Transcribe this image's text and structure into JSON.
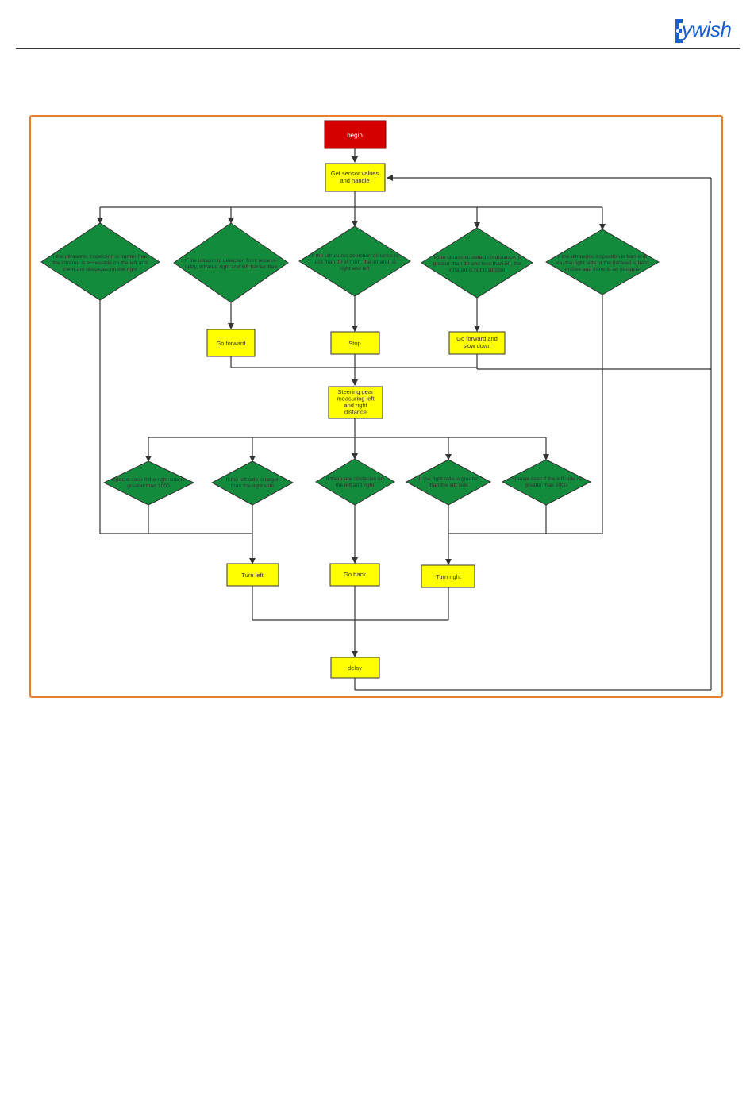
{
  "header": {
    "logo_text": "ywish",
    "logo_icon": "gear-icon",
    "logo_color": "#1a5fd0"
  },
  "colors": {
    "frame": "#e87f2f",
    "start": "#d40000",
    "process": "#ffff00",
    "decision": "#138a3c",
    "line": "#333333"
  },
  "flowchart": {
    "start": {
      "label": "begin"
    },
    "get_sensor": {
      "label": [
        "Get sensor values",
        "and handle"
      ]
    },
    "decisions_top": [
      {
        "label": [
          "If the ultrasonic inspection is barrier-free,",
          "the infrared is accessible on the left and",
          "there are obstacles on the right"
        ]
      },
      {
        "label": [
          "If the ultrasonic detection front access-",
          "ibility, infrared right and left barrier-free"
        ]
      },
      {
        "label": [
          "If the ultrasonic detection distance is",
          "less than 20 in front, the infrared is",
          "right and left"
        ]
      },
      {
        "label": [
          "If the ultrasonic detection distance is",
          "greater than 30 and less than 50, the",
          "infrared is not restricted"
        ]
      },
      {
        "label": [
          "If the ultrasonic inspection is barrier-fr",
          "ee, the right side of the infrared is barri",
          "er-free and there is an obstacle"
        ]
      }
    ],
    "go_forward": {
      "label": [
        "Go forward"
      ]
    },
    "stop": {
      "label": [
        "Stop"
      ]
    },
    "go_forward_slow": {
      "label": [
        "Go forward and",
        "slow down"
      ]
    },
    "steering": {
      "label": [
        "Steering gear",
        "measuring left",
        "and right",
        "distance"
      ]
    },
    "decisions_bottom": [
      {
        "label": [
          "Special case if the right side is",
          "greater than 1000"
        ]
      },
      {
        "label": [
          "If the left side is larger",
          "than the right side"
        ]
      },
      {
        "label": [
          "If there are obstacles on",
          "the left and right"
        ]
      },
      {
        "label": [
          "If the right side is greater",
          "than the left side"
        ]
      },
      {
        "label": [
          "Special case if the left side is",
          "greater than 1000"
        ]
      }
    ],
    "turn_left": {
      "label": [
        "Turn left"
      ]
    },
    "go_back": {
      "label": [
        "Go back"
      ]
    },
    "turn_right": {
      "label": [
        "Turn right"
      ]
    },
    "delay": {
      "label": [
        "delay"
      ]
    }
  }
}
